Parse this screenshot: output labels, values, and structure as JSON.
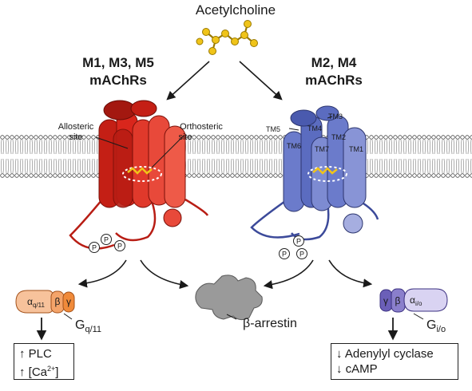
{
  "ligand": {
    "label": "Acetylcholine"
  },
  "receptors": {
    "left": {
      "title_line1": "M1, M3, M5",
      "title_line2": "mAChRs",
      "allosteric_line1": "Allosteric",
      "allosteric_line2": "site",
      "orthosteric_line1": "Orthosteric",
      "orthosteric_line2": "site",
      "phospho": "P"
    },
    "right": {
      "title_line1": "M2, M4",
      "title_line2": "mAChRs",
      "tm_labels": [
        "TM5",
        "TM4",
        "TM3",
        "TM6",
        "TM7",
        "TM2",
        "TM1"
      ],
      "phospho": "P"
    }
  },
  "gproteins": {
    "left": {
      "alpha": "α",
      "alpha_sub": "q/11",
      "beta": "β",
      "gamma": "γ",
      "name": "G",
      "name_sub": "q/11"
    },
    "right": {
      "gamma": "γ",
      "beta": "β",
      "alpha": "α",
      "alpha_sub": "i/o",
      "name": "G",
      "name_sub": "i/o"
    }
  },
  "arrestin": {
    "label": "β-arrestin"
  },
  "effects": {
    "left": {
      "line1_arrow": "↑",
      "line1": "PLC",
      "line2_arrow": "↑",
      "line2": "[Ca",
      "line2_sup": "2+",
      "line2_end": "]"
    },
    "right": {
      "line1_arrow": "↓",
      "line1": "Adenylyl cyclase",
      "line2_arrow": "↓",
      "line2": "cAMP"
    }
  },
  "colors": {
    "m135": "#d9261c",
    "m24": "#5b6cc0",
    "gq": "#f08a3a",
    "gi": "#9a8fd6",
    "arrestin": "#9a9a9a",
    "ligand": "#f0c419"
  }
}
